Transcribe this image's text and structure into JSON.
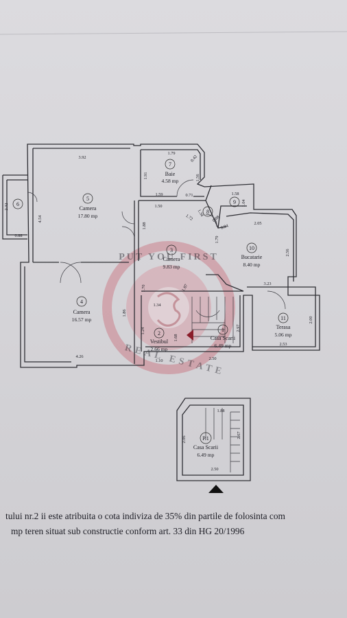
{
  "rooms": [
    {
      "id": "1",
      "name": "Casa Scarii",
      "area": "6.49 mp"
    },
    {
      "id": "2",
      "name": "Vestibul",
      "area": "2.66 mp"
    },
    {
      "id": "3",
      "name": "Camera",
      "area": "9.83 mp"
    },
    {
      "id": "4",
      "name": "Camera",
      "area": "16.57 mp"
    },
    {
      "id": "5",
      "name": "Camera",
      "area": "17.80 mp"
    },
    {
      "id": "6",
      "name": "",
      "area": ""
    },
    {
      "id": "7",
      "name": "Baie",
      "area": "4.58 mp"
    },
    {
      "id": "8",
      "name": "",
      "area": ""
    },
    {
      "id": "9",
      "name": "",
      "area": ""
    },
    {
      "id": "10",
      "name": "Bucatarie",
      "area": "8.40 mp"
    },
    {
      "id": "11",
      "name": "Terasa",
      "area": "5.06 mp"
    },
    {
      "id": "P.1",
      "name": "Casa Scarii",
      "area": "6.49 mp"
    }
  ],
  "dimensions": [
    "3.92",
    "1.79",
    "0.42",
    "1.91",
    "1.56",
    "0.71",
    "1.59",
    "1.50",
    "2.32",
    "4.54",
    "0.88",
    "1.88",
    "1.72",
    "1.34",
    "0.88",
    "0.94",
    "1.58",
    "1.04",
    "2.05",
    "2.56",
    "1.79",
    "3.23",
    "1.70",
    "1.87",
    "1.34",
    "1.24",
    "1.68",
    "2.97",
    "1.86",
    "4.26",
    "1.10",
    "2.50",
    "2.00",
    "2.53",
    "1.88",
    "2.06",
    "2.67",
    "2.50"
  ],
  "watermark": {
    "top": "PUT YOU FIRST",
    "bottom": "REAL ESTATE"
  },
  "note": {
    "line1": "tului nr.2 ii este atribuita o cota indiviza de 35% din partile de folosinta com",
    "line2": "mp teren situat sub constructie conform art. 33 din HG 20/1996"
  },
  "colors": {
    "watermark": "#c4253a",
    "ink": "#2d2d33"
  }
}
